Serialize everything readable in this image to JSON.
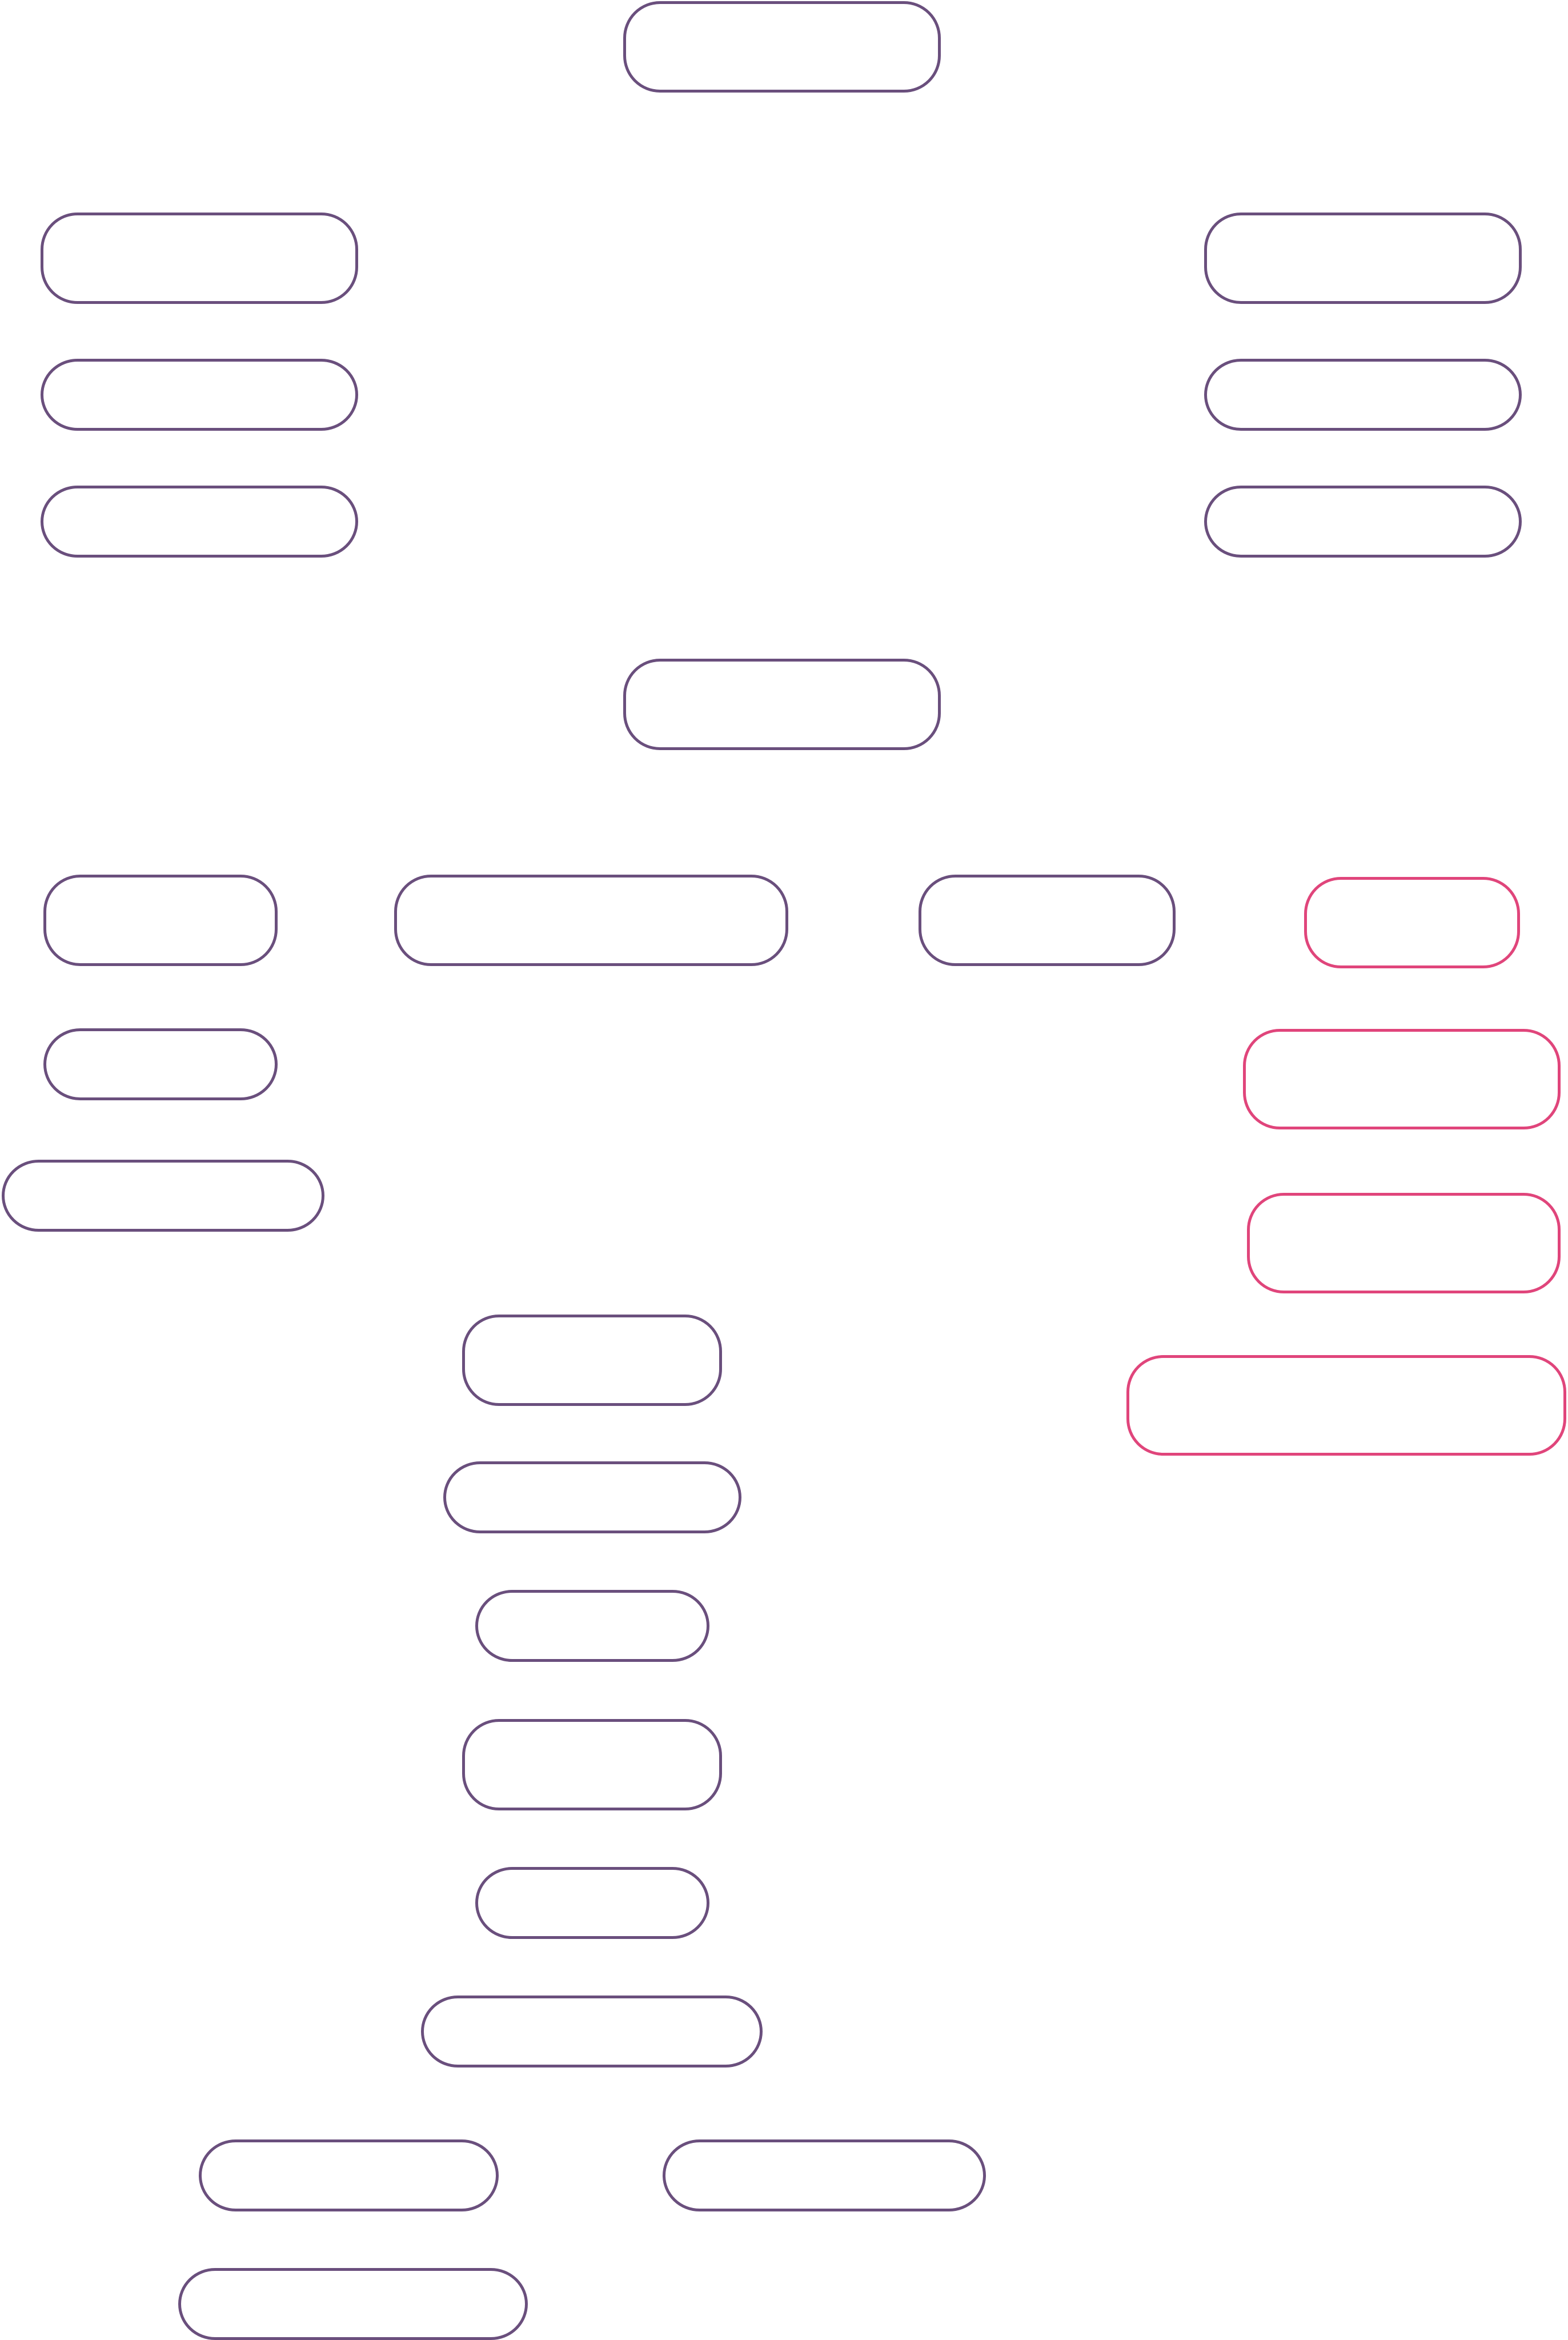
{
  "colors": {
    "primary_stroke": "#6a4f7d",
    "highlight_stroke": "#e0457b",
    "background": "#ffffff",
    "text": "#333333"
  },
  "nodes": [
    {
      "id": "n01",
      "label": "",
      "style": "primary"
    },
    {
      "id": "n02",
      "label": "",
      "style": "primary"
    },
    {
      "id": "n03",
      "label": "",
      "style": "primary"
    },
    {
      "id": "n04",
      "label": "",
      "style": "primary"
    },
    {
      "id": "n05",
      "label": "",
      "style": "primary"
    },
    {
      "id": "n06",
      "label": "",
      "style": "primary"
    },
    {
      "id": "n07",
      "label": "",
      "style": "primary"
    },
    {
      "id": "n08",
      "label": "",
      "style": "primary"
    },
    {
      "id": "n09",
      "label": "",
      "style": "primary"
    },
    {
      "id": "n10",
      "label": "",
      "style": "primary"
    },
    {
      "id": "n11",
      "label": "",
      "style": "primary"
    },
    {
      "id": "n12",
      "label": "",
      "style": "highlight"
    },
    {
      "id": "n13",
      "label": "",
      "style": "primary"
    },
    {
      "id": "n14",
      "label": "",
      "style": "highlight"
    },
    {
      "id": "n15",
      "label": "",
      "style": "primary"
    },
    {
      "id": "n16",
      "label": "",
      "style": "highlight"
    },
    {
      "id": "n17",
      "label": "",
      "style": "primary"
    },
    {
      "id": "n18",
      "label": "",
      "style": "highlight"
    },
    {
      "id": "n19",
      "label": "",
      "style": "primary"
    },
    {
      "id": "n20",
      "label": "",
      "style": "primary"
    },
    {
      "id": "n21",
      "label": "",
      "style": "primary"
    },
    {
      "id": "n22",
      "label": "",
      "style": "primary"
    },
    {
      "id": "n23",
      "label": "",
      "style": "primary"
    },
    {
      "id": "n24",
      "label": "",
      "style": "primary"
    },
    {
      "id": "n25",
      "label": "",
      "style": "primary"
    },
    {
      "id": "n26",
      "label": "",
      "style": "primary"
    }
  ]
}
